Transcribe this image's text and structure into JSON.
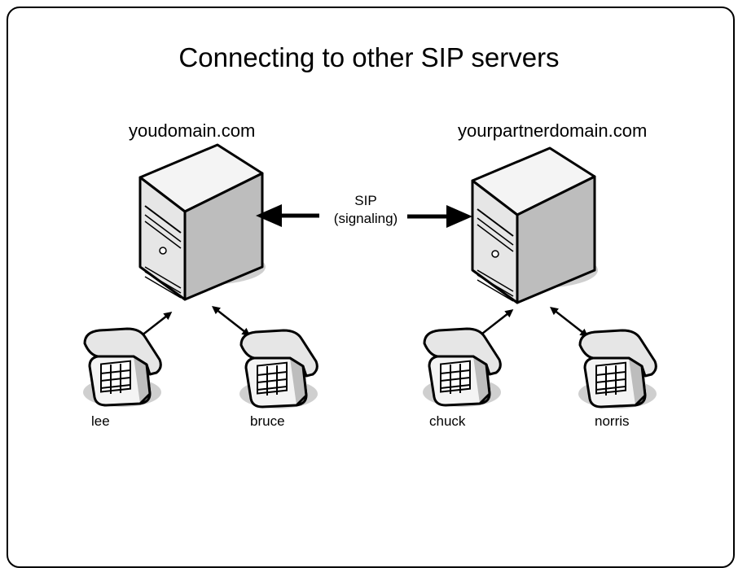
{
  "title": "Connecting to other SIP servers",
  "domains": {
    "left": "youdomain.com",
    "right": "yourpartnerdomain.com"
  },
  "connection": {
    "protocol": "SIP",
    "description": "(signaling)"
  },
  "phones": {
    "left": [
      "lee",
      "bruce"
    ],
    "right": [
      "chuck",
      "norris"
    ]
  },
  "icons": [
    "server-icon",
    "telephone-icon",
    "double-arrow-icon"
  ],
  "colors": {
    "stroke": "#000000",
    "server_front": "#e6e6e6",
    "server_side": "#bdbdbd",
    "shadow": "#cfcfcf",
    "background": "#ffffff"
  }
}
